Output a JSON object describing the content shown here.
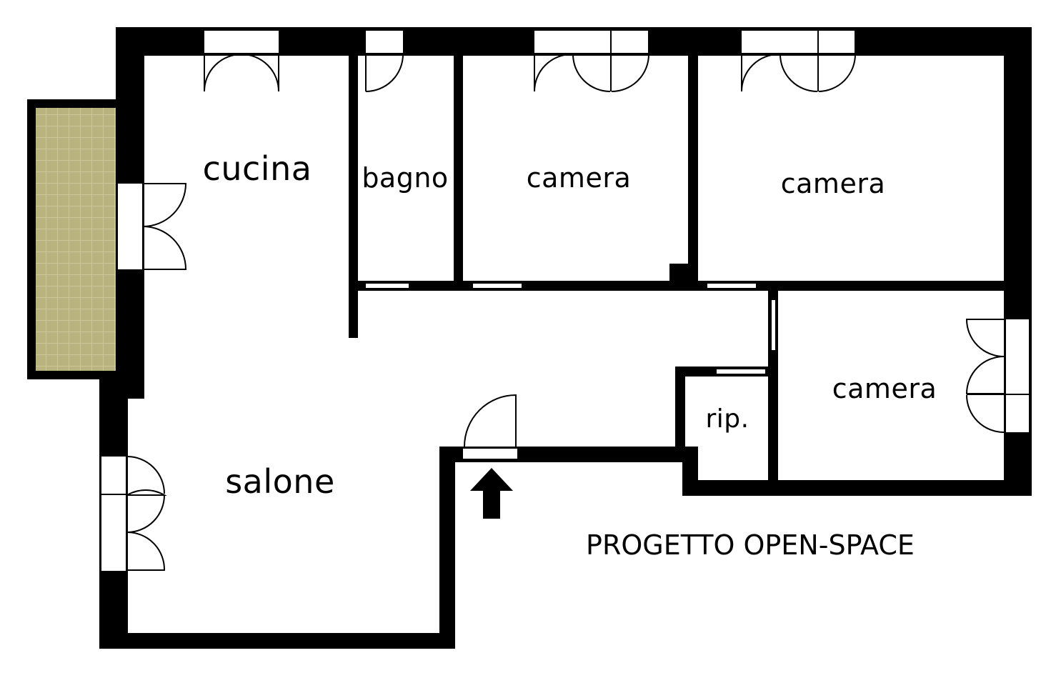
{
  "plan": {
    "title": "PROGETTO OPEN-SPACE",
    "colors": {
      "wall": "#000000",
      "background": "#ffffff",
      "terrace_fill": "#b9b37f",
      "terrace_grid": "#d2cda0"
    },
    "rooms": {
      "cucina": "cucina",
      "bagno": "bagno",
      "camera_1": "camera",
      "camera_2": "camera",
      "camera_3": "camera",
      "ripostiglio": "rip.",
      "salone": "salone"
    },
    "icons": {
      "entrance": "up-arrow-icon"
    }
  }
}
